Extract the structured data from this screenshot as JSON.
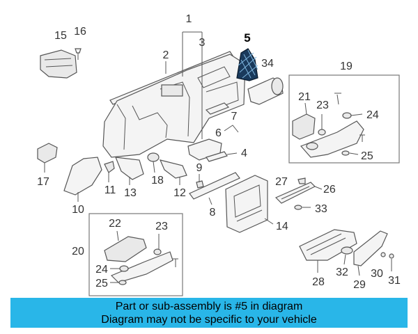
{
  "callouts": {
    "c1": "1",
    "c2": "2",
    "c3": "3",
    "c4": "4",
    "c5": "5",
    "c6": "6",
    "c7": "7",
    "c8": "8",
    "c9": "9",
    "c10": "10",
    "c11": "11",
    "c12": "12",
    "c13": "13",
    "c14": "14",
    "c15": "15",
    "c16": "16",
    "c17": "17",
    "c18": "18",
    "c19": "19",
    "c20": "20",
    "c21": "21",
    "c22": "22",
    "c23a": "23",
    "c23b": "23",
    "c24a": "24",
    "c24b": "24",
    "c25a": "25",
    "c25b": "25",
    "c26": "26",
    "c27": "27",
    "c28": "28",
    "c29": "29",
    "c30": "30",
    "c31": "31",
    "c32": "32",
    "c33": "33",
    "c34": "34"
  },
  "banner": {
    "line1": "Part or sub-assembly is #5 in diagram",
    "line2": "Diagram may not be specific to your vehicle",
    "color": "#29b6e8"
  },
  "highlight": {
    "part": "5",
    "color": "#1a3a5c"
  }
}
